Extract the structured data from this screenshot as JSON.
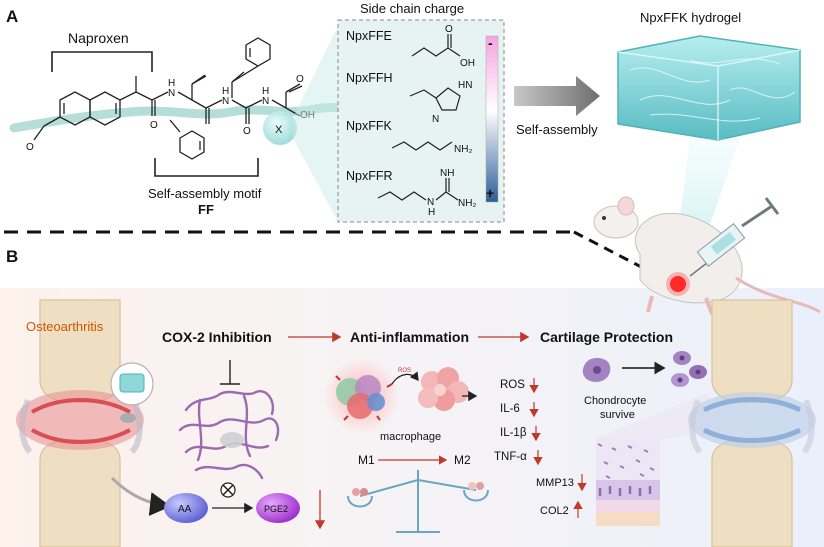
{
  "panel_a": {
    "label": "A",
    "naproxen_label": "Naproxen",
    "chem": {
      "n_top_1": "N",
      "n_top_2": "N",
      "h_1": "H",
      "h_2": "H",
      "h_3": "H",
      "o_bottom_1": "O",
      "o_bottom_2": "O",
      "n_mid": "N",
      "oh": "OH",
      "o_ring": "O",
      "o_top": "O",
      "x": "X"
    },
    "motif_label_line1": "Self-assembly motif",
    "motif_label_line2": "FF",
    "side_chain_title": "Side chain charge",
    "charge_minus": "-",
    "charge_plus": "+",
    "peptides": [
      {
        "name": "NpxFFE",
        "groups": [
          "OH",
          "O"
        ]
      },
      {
        "name": "NpxFFH",
        "groups": [
          "HN",
          "N"
        ]
      },
      {
        "name": "NpxFFK",
        "groups": [
          "NH₂"
        ]
      },
      {
        "name": "NpxFFR",
        "groups": [
          "NH",
          "N",
          "H",
          "NH₂"
        ]
      }
    ],
    "self_assembly_label": "Self-assembly",
    "hydrogel_title": "NpxFFK hydrogel"
  },
  "panel_b": {
    "label": "B",
    "osteoarthritis_label": "Osteoarthritis",
    "stages": [
      "COX-2 Inhibition",
      "Anti-inflammation",
      "Cartilage Protection"
    ],
    "aa_label": "AA",
    "pge2_label": "PGE2",
    "ros_small": "ROS",
    "macrophage_label": "macrophage",
    "m1_label": "M1",
    "m2_label": "M2",
    "cytokines": [
      "ROS",
      "IL-6",
      "IL-1β",
      "TNF-α"
    ],
    "chondrocyte_line1": "Chondrocyte",
    "chondrocyte_line2": "survive",
    "mmp13_label": "MMP13",
    "col2_label": "COL2"
  },
  "colors": {
    "accent_red": "#c0392b",
    "osteo_orange": "#d35400",
    "protein_purple": "#9b6bb0",
    "ribbon": "#a8d8d2",
    "gel": "#6cc7c9",
    "charge_top": "#f2a0dc",
    "charge_bottom": "#2c5d96"
  }
}
